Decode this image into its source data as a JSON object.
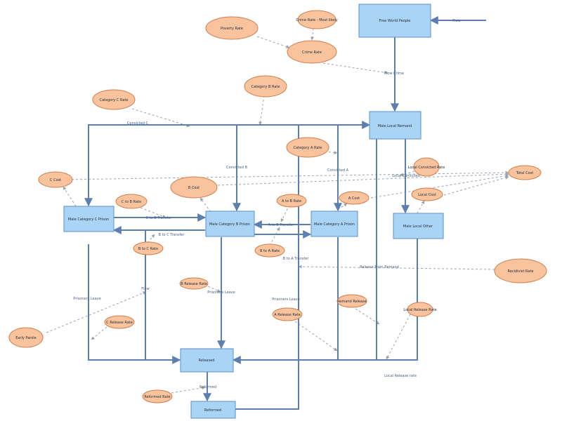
{
  "stocks": {
    "free_world_people": "Free World People",
    "male_local_remand": "Male Local Remand",
    "male_local_other": "Male Local Other",
    "male_cat_c": "Male Category C Prison",
    "male_cat_b": "Male Category B Prison",
    "male_cat_a": "Male Category A Prison",
    "released": "Released",
    "reformed": "Reformed"
  },
  "auxiliaries": {
    "poverty_rate": "Poverty Rate",
    "crime_rate_most_likely": "Crime Rate - Most likely",
    "crime_rate": "Crime Rate",
    "category_b_rate": "Category B Rate",
    "category_c_rate": "Category C Rate",
    "category_a_rate": "Category A Rate",
    "local_convicted_rate": "Local Convicted Rate",
    "total_cost": "Total Cost",
    "c_cost": "C Cost",
    "b_cost": "B Cost",
    "a_cost": "A Cost",
    "local_cost": "Local Cost",
    "c_to_b_rate": "C to B Rate",
    "a_to_b_rate": "A to B Rate",
    "b_to_c_rate": "B to C Rate",
    "b_to_a_rate": "B to A Rate",
    "recidivist_rate": "Recidivist Rate",
    "b_release_rate": "B Release Rate",
    "remand_release": "Remand Release",
    "local_release_rate": "Local Release Rate",
    "a_release_rate": "A Release Rate",
    "c_release_rate": "C Release Rate",
    "early_parole": "Early Parole",
    "reformed_rate": "Reformed Rate"
  },
  "flows": {
    "flow_in": "Flow",
    "flow_crime": "Flow Crime",
    "convicted_c": "Convicted C",
    "convicted_b": "Convicted B",
    "convicted_a": "Convicted A",
    "local_convicted": "Local Convicted",
    "c_to_b_transfer": "C to B Transfer",
    "b_to_c_transfer": "B to C Transfer",
    "a_to_b_transfer": "A to B Transfer",
    "b_to_a_transfer": "B to A Transfer",
    "release_from_remand": "Release From Remand",
    "prisoners_leave_c": "Prisoners Leave",
    "prisoners_leave_b": "Prisoners Leave",
    "prisoners_leave_a": "Prisoners Leave",
    "flow_parole": "Flow",
    "local_release_rate": "Local Release rate",
    "reformed": "Reformed"
  },
  "colors": {
    "stock_fill": "#a9d4f5",
    "aux_fill": "#f9c39d",
    "flow_line": "#5b7fb0"
  }
}
